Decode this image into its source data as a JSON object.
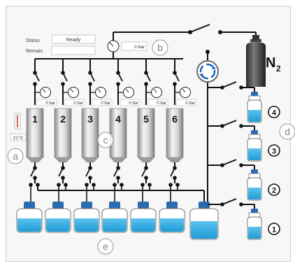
{
  "status_panel": {
    "status_label": "Status",
    "status_value": "Ready",
    "remain_label": "Remain",
    "remain_value": ""
  },
  "main_gauge": {
    "value": "0 bar"
  },
  "gas_cylinder": {
    "label": "N",
    "subscript": "2"
  },
  "thermometer": {
    "value": "21°C"
  },
  "columns": [
    {
      "number": "1",
      "pressure": "0 bar"
    },
    {
      "number": "2",
      "pressure": "0 bar"
    },
    {
      "number": "3",
      "pressure": "0 bar"
    },
    {
      "number": "4",
      "pressure": "0 bar"
    },
    {
      "number": "5",
      "pressure": "0 bar"
    },
    {
      "number": "6",
      "pressure": "0 bar"
    }
  ],
  "callouts": {
    "a": "a",
    "b": "b",
    "c": "c",
    "d": "d",
    "e": "e"
  },
  "reservoirs": [
    {
      "number": "4"
    },
    {
      "number": "3"
    },
    {
      "number": "2"
    },
    {
      "number": "1"
    }
  ],
  "colors": {
    "liquid": "#29a9e0",
    "cap": "#2b6cb0",
    "line": "#111111",
    "column_light": "#f2f2f2",
    "column_dark": "#8a8a8a"
  }
}
